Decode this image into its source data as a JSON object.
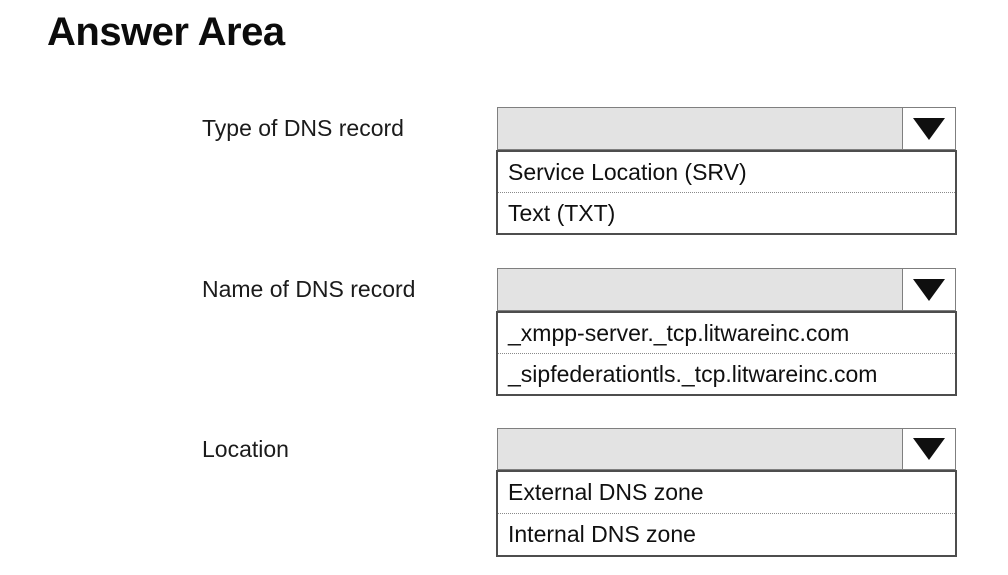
{
  "title": "Answer Area",
  "colors": {
    "dropdown_fill": "#e3e3e3",
    "dropdown_border": "#7f7f7f",
    "list_border": "#4d4d4d",
    "arrow": "#0f0f0f"
  },
  "groups": [
    {
      "label": "Type of DNS record",
      "selected_value": "",
      "options": [
        "Service Location (SRV)",
        "Text (TXT)"
      ]
    },
    {
      "label": "Name of DNS record",
      "selected_value": "",
      "options": [
        "_xmpp-server._tcp.litwareinc.com",
        "_sipfederationtls._tcp.litwareinc.com"
      ]
    },
    {
      "label": "Location",
      "selected_value": "",
      "options": [
        "External DNS zone",
        "Internal DNS zone"
      ]
    }
  ]
}
